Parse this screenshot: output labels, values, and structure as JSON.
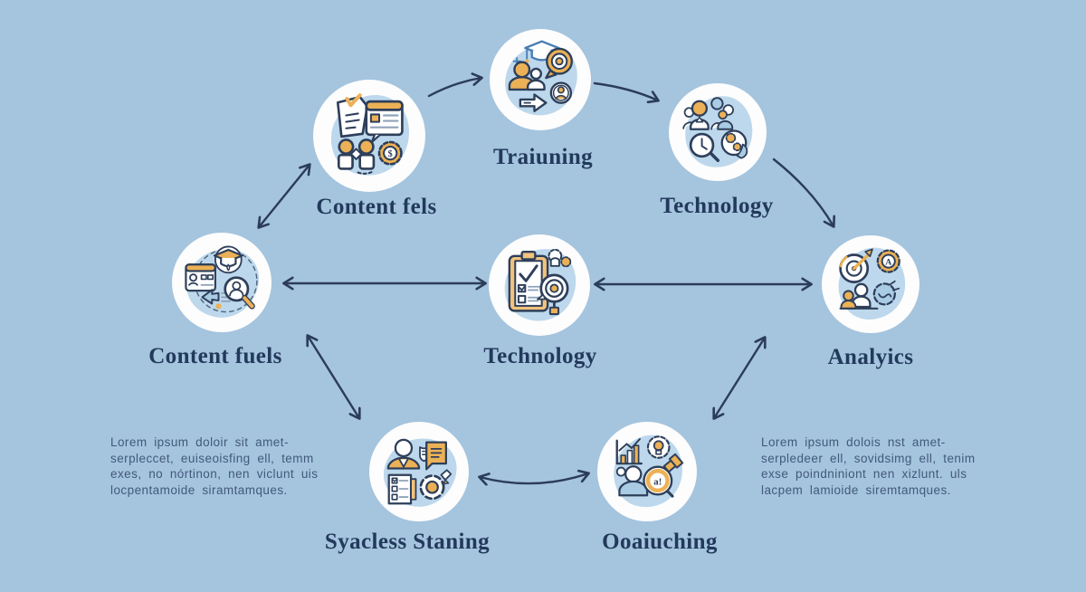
{
  "diagram": {
    "background_color": "#a5c4de",
    "accent_orange": "#ecb156",
    "accent_navy": "#2e3f5a",
    "accent_lightblue": "#a9cbe4",
    "circle_color": "#fdfdfd",
    "blob_color": "#bdd8ec",
    "arrow_color": "#2b3c59",
    "label_color": "#22395c",
    "paragraph_color": "#42597b"
  },
  "nodes": [
    {
      "id": "content-fels",
      "label": "Content fels",
      "icon": "documents-handshake-gear-icon"
    },
    {
      "id": "training",
      "label": "Traiuning",
      "icon": "graduation-people-target-icon"
    },
    {
      "id": "technology-top",
      "label": "Technology",
      "icon": "team-clock-globe-icon"
    },
    {
      "id": "content-fuels",
      "label": "Content fuels",
      "icon": "graduation-browser-magnifier-icon"
    },
    {
      "id": "technology-center",
      "label": "Technology",
      "icon": "clipboard-checklist-lens-icon"
    },
    {
      "id": "analytics",
      "label": "Analyics",
      "icon": "target-gear-people-icon"
    },
    {
      "id": "syacless-staning",
      "label": "Syacless Staning",
      "icon": "person-shield-document-gear-icon"
    },
    {
      "id": "ooaiuching",
      "label": "Ooaiuching",
      "icon": "chart-bulb-magnifier-icon"
    }
  ],
  "paragraphs": {
    "left": {
      "lines": [
        "Lorem ipsum doloir sit amet-",
        "serpleccet, euiseoisfing ell, temm",
        "exes, no nórtinon, nen viclunt uis",
        "locpentamoide siramtamques."
      ]
    },
    "right": {
      "lines": [
        "Lorem ipsum dolois nst amet-",
        "serpledeer ell, sovidsimg ell, tenim",
        "exse poindniniont nen xizlunt. uls",
        "lacpem lamioide siremtamques."
      ]
    }
  }
}
